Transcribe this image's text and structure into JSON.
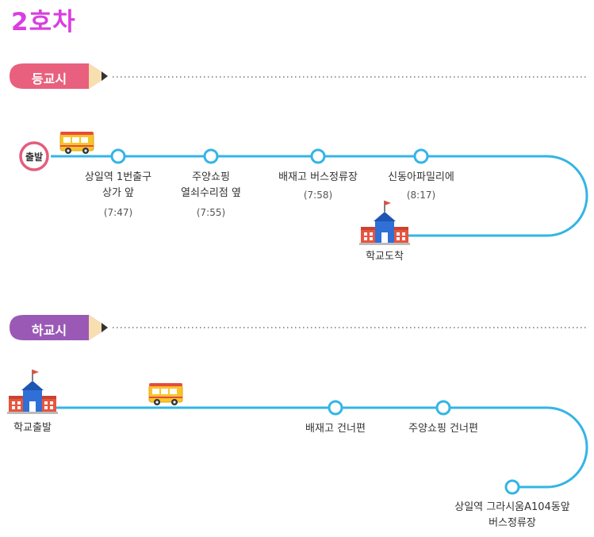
{
  "title": "2호차",
  "morning": {
    "label": "등교시",
    "start": "출발",
    "stops": [
      {
        "line1": "상일역 1번출구",
        "line2": "상가 앞",
        "time": "(7:47)"
      },
      {
        "line1": "주양쇼핑",
        "line2": "열쇠수리점 옆",
        "time": "(7:55)"
      },
      {
        "line1": "배재고 버스정류장",
        "line2": "",
        "time": "(7:58)"
      },
      {
        "line1": "신동아파밀리에",
        "line2": "",
        "time": "(8:17)"
      }
    ],
    "arrival": "학교도착"
  },
  "afternoon": {
    "label": "하교시",
    "start": "학교출발",
    "stops": [
      {
        "line1": "배재고 건너편",
        "line2": ""
      },
      {
        "line1": "주양쇼핑 건너편",
        "line2": ""
      },
      {
        "line1": "상일역 그라시움A104동앞",
        "line2": "버스정류장"
      }
    ]
  },
  "colors": {
    "title": "#d93ee0",
    "morning_badge": "#e8607d",
    "afternoon_badge": "#9b59b6",
    "route_line": "#33b5e5",
    "start_ring": "#e35d7d"
  }
}
